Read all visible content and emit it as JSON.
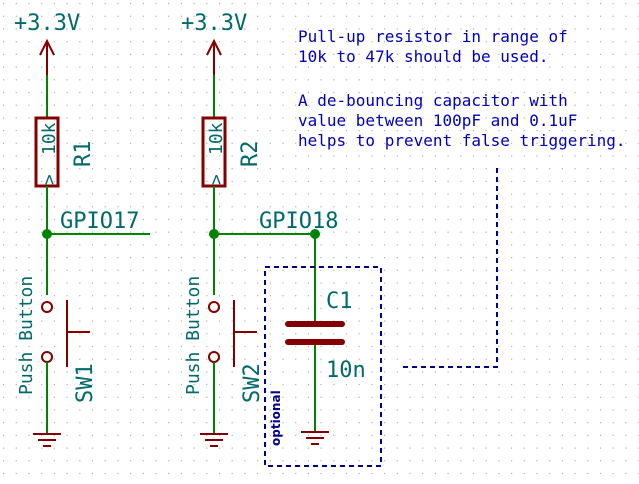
{
  "colors": {
    "background": "#ffffff",
    "grid_dot": "#b0b0b0",
    "wire": "#008400",
    "component_body": "#840000",
    "text_label": "#006a6a",
    "note_text": "#0000b4",
    "dashed_box": "#000080"
  },
  "left_channel": {
    "power": "+3.3V",
    "resistor_value": "10k",
    "resistor_ref": "R1",
    "resistor_arrow": ">",
    "net_label": "GPIO17",
    "switch_value": "Push Button",
    "switch_ref": "SW1"
  },
  "right_channel": {
    "power": "+3.3V",
    "resistor_value": "10k",
    "resistor_ref": "R2",
    "resistor_arrow": ">",
    "net_label": "GPIO18",
    "switch_value": "Push Button",
    "switch_ref": "SW2"
  },
  "capacitor": {
    "ref": "C1",
    "value": "10n",
    "optional_label": "optional"
  },
  "notes": {
    "line1": "Pull-up resistor in range of",
    "line2": "10k to 47k should be used.",
    "line3": "A de-bouncing capacitor with",
    "line4": "value between 100pF and 0.1uF",
    "line5": "helps to prevent false triggering."
  }
}
